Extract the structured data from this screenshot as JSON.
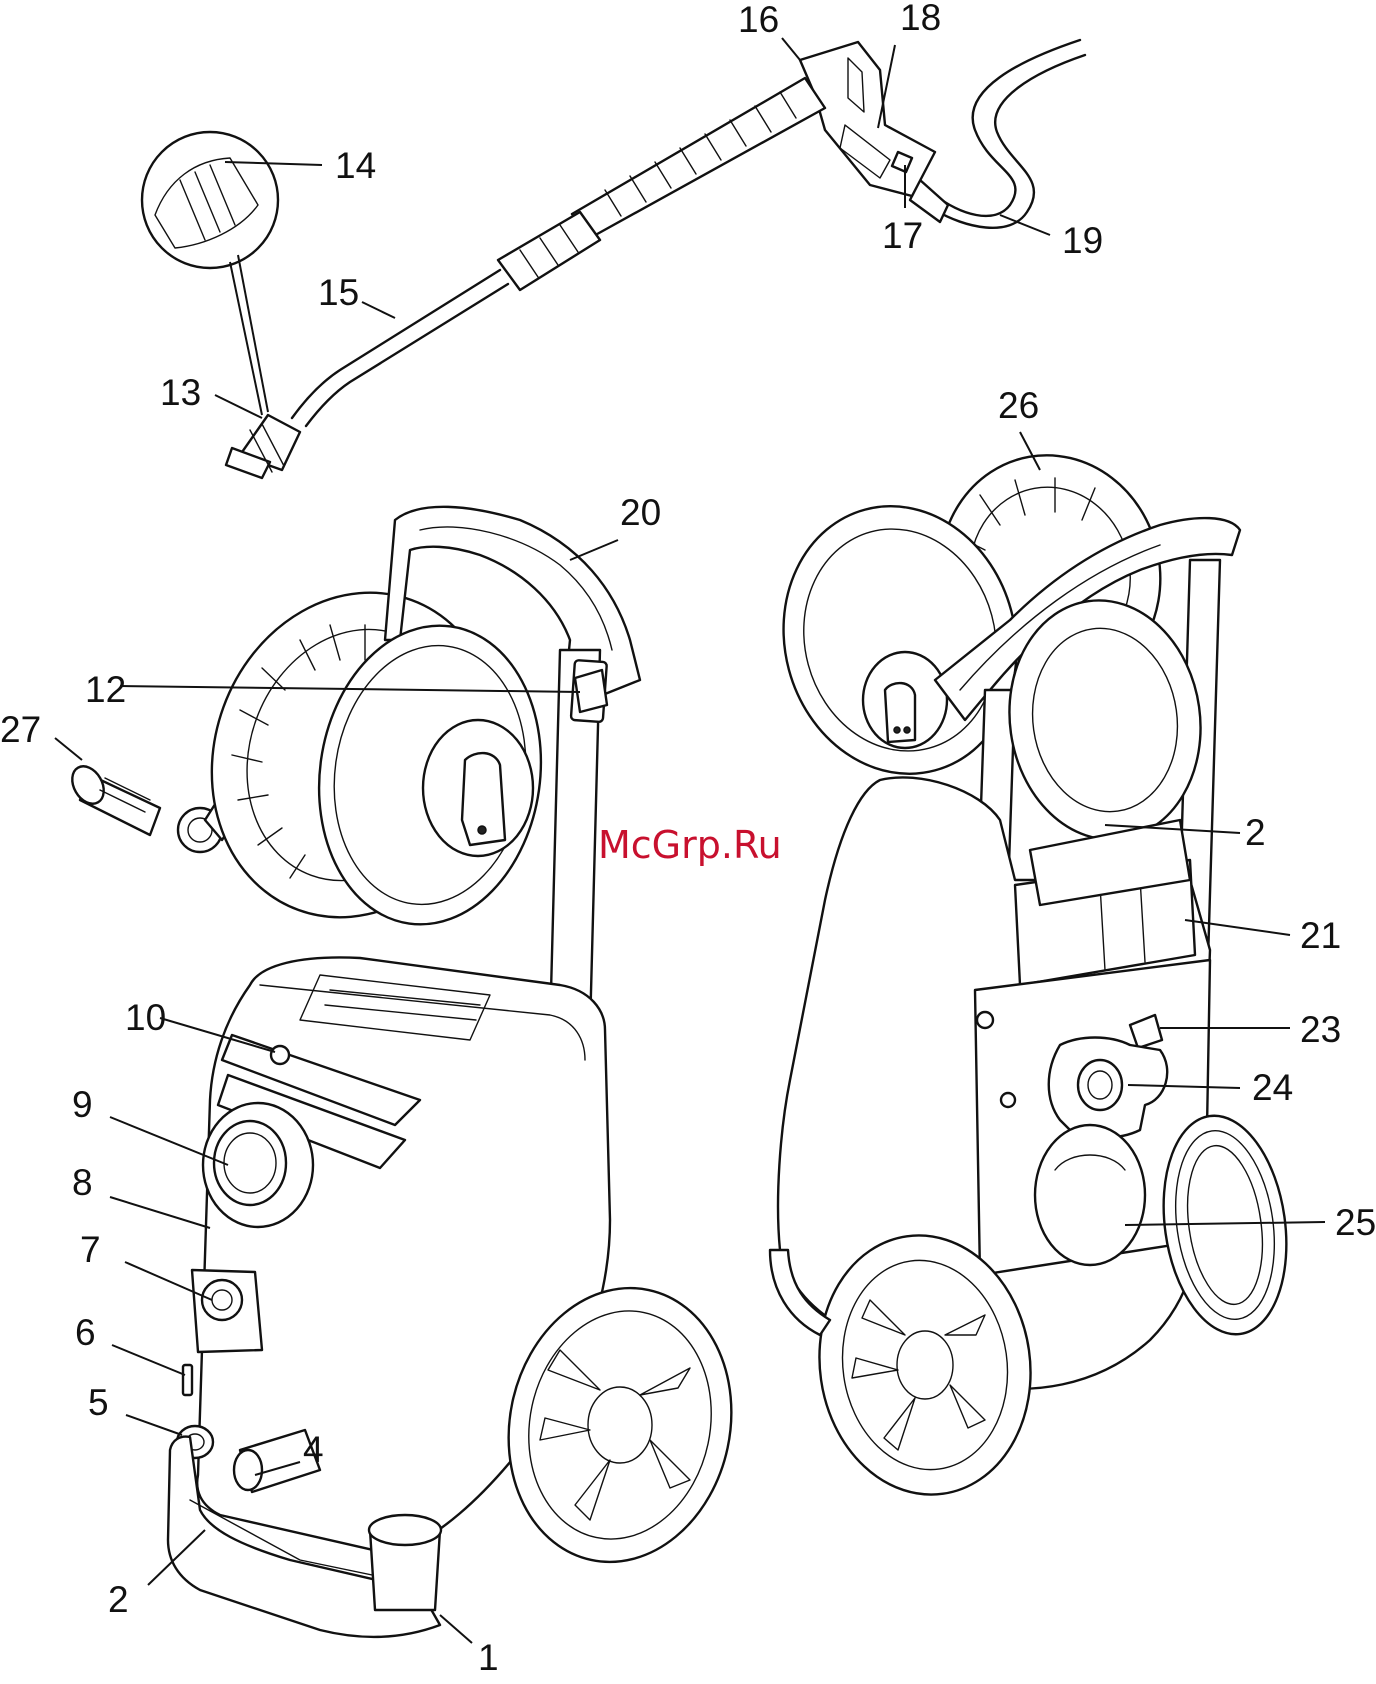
{
  "watermark": "McGrp.Ru",
  "colors": {
    "line": "#111111",
    "background": "#ffffff",
    "watermark": "#c8102e"
  },
  "callouts": {
    "c1": "1",
    "c2a": "2",
    "c2b": "2",
    "c4": "4",
    "c5": "5",
    "c6": "6",
    "c7": "7",
    "c8": "8",
    "c9": "9",
    "c10": "10",
    "c12": "12",
    "c13": "13",
    "c14": "14",
    "c15": "15",
    "c16": "16",
    "c17": "17",
    "c18": "18",
    "c19": "19",
    "c20": "20",
    "c21": "21",
    "c23": "23",
    "c24": "24",
    "c25": "25",
    "c26": "26",
    "c27": "27"
  }
}
